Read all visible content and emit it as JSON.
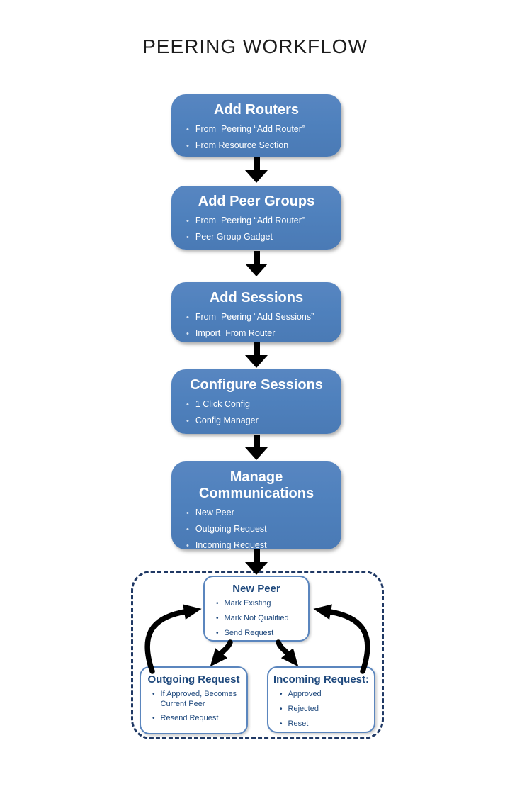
{
  "page": {
    "title": "PEERING WORKFLOW"
  },
  "ui": {
    "bullet_char": "•"
  },
  "colors": {
    "step_box_fill": "#4F81BD",
    "step_box_text": "#FFFFFF",
    "mini_box_border": "#5B86BE",
    "mini_box_text": "#1F497D",
    "dashed_border": "#1F3864",
    "arrow": "#000000",
    "title_text": "#1C1C1C",
    "background": "#FFFFFF"
  },
  "flow_steps": [
    {
      "title": "Add Routers",
      "bullets": [
        "From  Peering “Add Router”",
        "From Resource Section"
      ]
    },
    {
      "title": "Add Peer Groups",
      "bullets": [
        "From  Peering “Add Router”",
        "Peer Group Gadget"
      ]
    },
    {
      "title": "Add Sessions",
      "bullets": [
        "From  Peering “Add Sessions”",
        "Import  From Router"
      ]
    },
    {
      "title": "Configure Sessions",
      "bullets": [
        "1 Click Config",
        "Config Manager"
      ]
    },
    {
      "title": "Manage Communications",
      "bullets": [
        "New Peer",
        "Outgoing Request",
        "Incoming Request"
      ]
    }
  ],
  "detail_cluster": {
    "new_peer": {
      "title": "New Peer",
      "bullets": [
        "Mark Existing",
        "Mark Not Qualified",
        "Send Request"
      ]
    },
    "outgoing": {
      "title": "Outgoing Request",
      "bullets": [
        "If Approved, Becomes Current Peer",
        "Resend Request"
      ]
    },
    "incoming": {
      "title": "Incoming Request:",
      "bullets": [
        "Approved",
        "Rejected",
        "Reset"
      ]
    }
  },
  "icons": {
    "flow_arrow_down": "thick black downward block arrow",
    "curved_arrow": "thick black curved swoosh arrow"
  }
}
